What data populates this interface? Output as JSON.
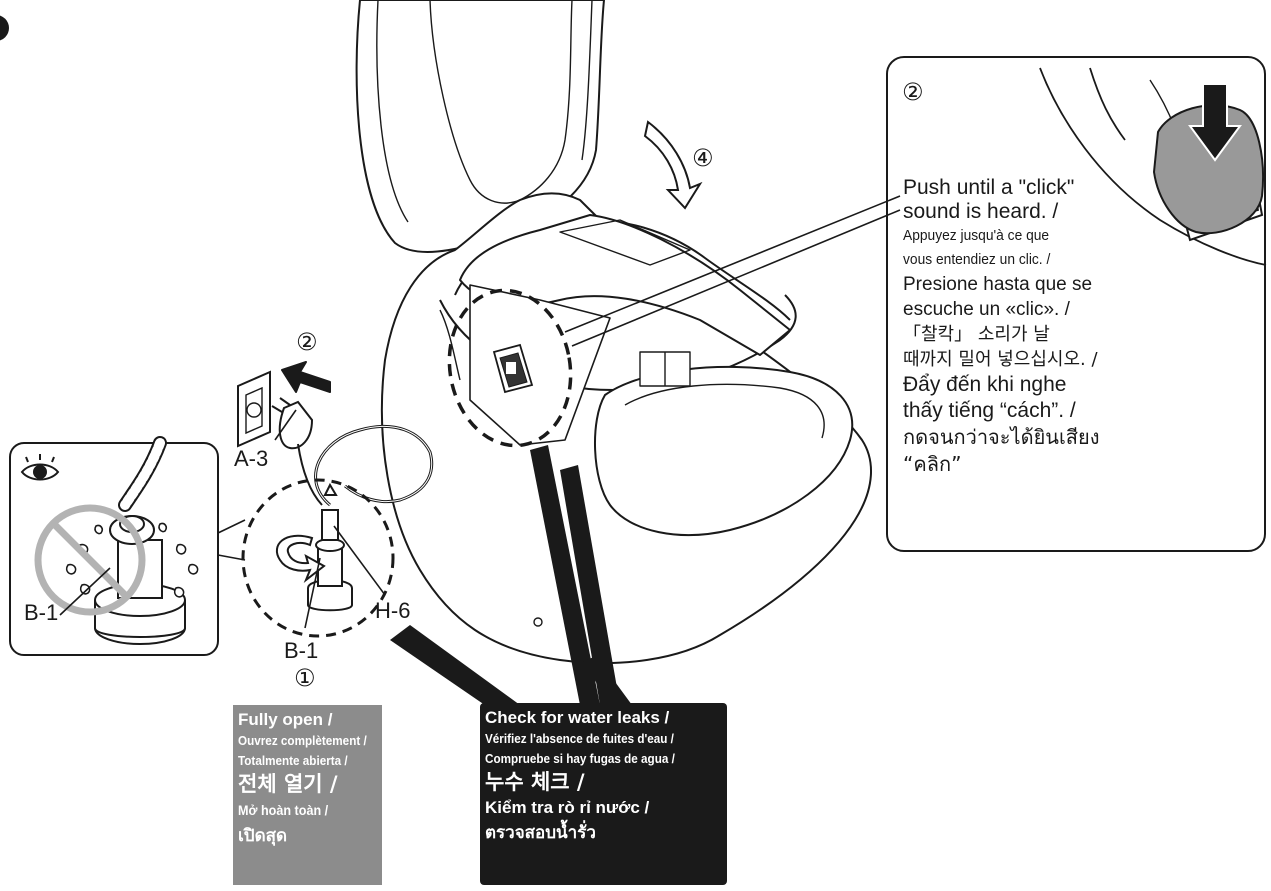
{
  "labels": {
    "plug_part": "A-3",
    "valve_part_detail": "B-1",
    "valve_part_main": "B-1",
    "hose_part": "H-6"
  },
  "steps": {
    "step1": "①",
    "step2_plug": "②",
    "step2_callout": "②",
    "step4": "④"
  },
  "callout": {
    "lines": [
      "Push until a \"click\"",
      "sound is heard. /",
      "Appuyez jusqu'à ce que",
      "vous entendiez un clic. /",
      "Presione hasta que se",
      "escuche un «clic». /",
      "「찰칵」 소리가 날",
      "때까지 밀어 넣으십시오. /",
      "Đẩy đến khi nghe",
      "thấy tiếng “cách”. /",
      "กดจนกว่าจะได้ยินเสียง",
      "“คลิก”"
    ]
  },
  "open_box": {
    "lines": [
      "Fully open /",
      "Ouvrez complètement /",
      "Totalmente abierta /",
      "전체 열기 /",
      "Mở hoàn toàn /",
      "เปิดสุด"
    ]
  },
  "leak_box": {
    "lines": [
      "Check for water leaks /",
      "Vérifiez l'absence de fuites d'eau /",
      "Compruebe si hay fugas de agua /",
      "누수 체크 /",
      "Kiểm tra rò rỉ nước /",
      "ตรวจสอบน้ำรั่ว"
    ]
  },
  "colors": {
    "ink": "#1a1a1a",
    "gray_box": "#8c8c8c",
    "black_box": "#1a1a1a",
    "prohibit": "#b3b3b3"
  },
  "icons": [
    "eye-icon",
    "prohibited-icon",
    "push-arrow-icon",
    "close-arrow-icon",
    "plug-arrow-icon",
    "rotate-arrow-icon"
  ]
}
